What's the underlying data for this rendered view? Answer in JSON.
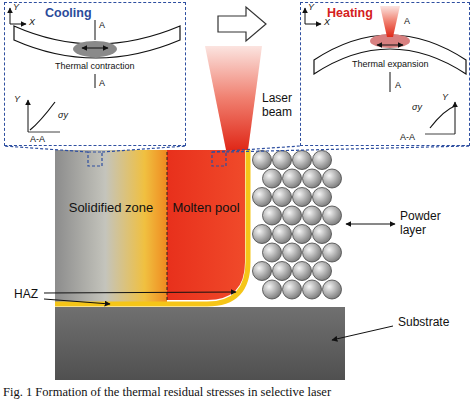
{
  "diagram": {
    "caption": "Fig. 1 Formation of the thermal residual stresses in selective laser",
    "nodes": [
      {
        "text": [
          "Cooling"
        ]
      },
      {
        "text": [
          "Heating"
        ]
      },
      {
        "text": [
          "Solidified zone"
        ]
      },
      {
        "text": [
          "Molten pool"
        ]
      }
    ],
    "labels": [
      "Y",
      "X",
      "A",
      "Thermal contraction",
      "A",
      "Y",
      "σy",
      "A-A",
      "Y",
      "X",
      "A",
      "Thermal expansion",
      "A",
      "Y",
      "σy",
      "A-A",
      "Laser beam",
      "Powder layer",
      "Substrate",
      "HAZ"
    ]
  }
}
